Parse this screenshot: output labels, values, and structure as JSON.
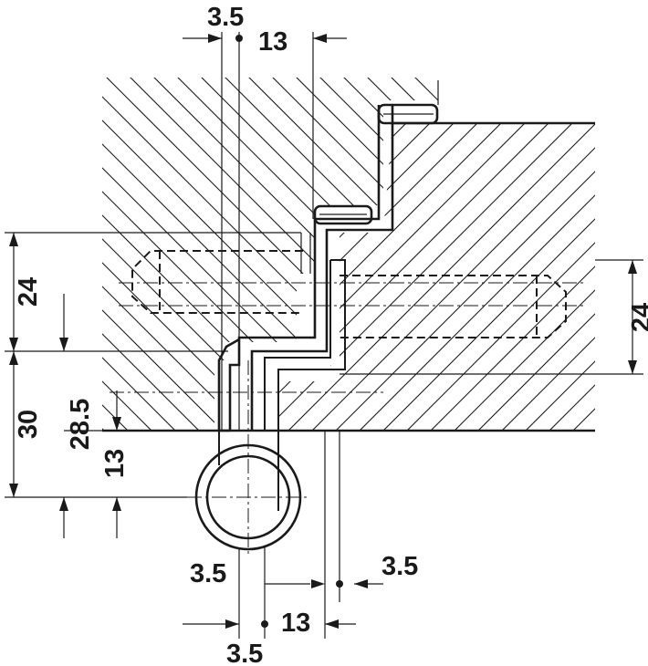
{
  "dimensions": {
    "top_left": "3.5",
    "top_right": "13",
    "left_upper": "24",
    "left_lower": "30",
    "left_mid": "28.5",
    "left_small": "13",
    "right": "24",
    "bottom_upper_left": "3.5",
    "bottom_upper_right": "3.5",
    "bottom_lower_left": "3.5",
    "bottom_lower_right": "13"
  }
}
